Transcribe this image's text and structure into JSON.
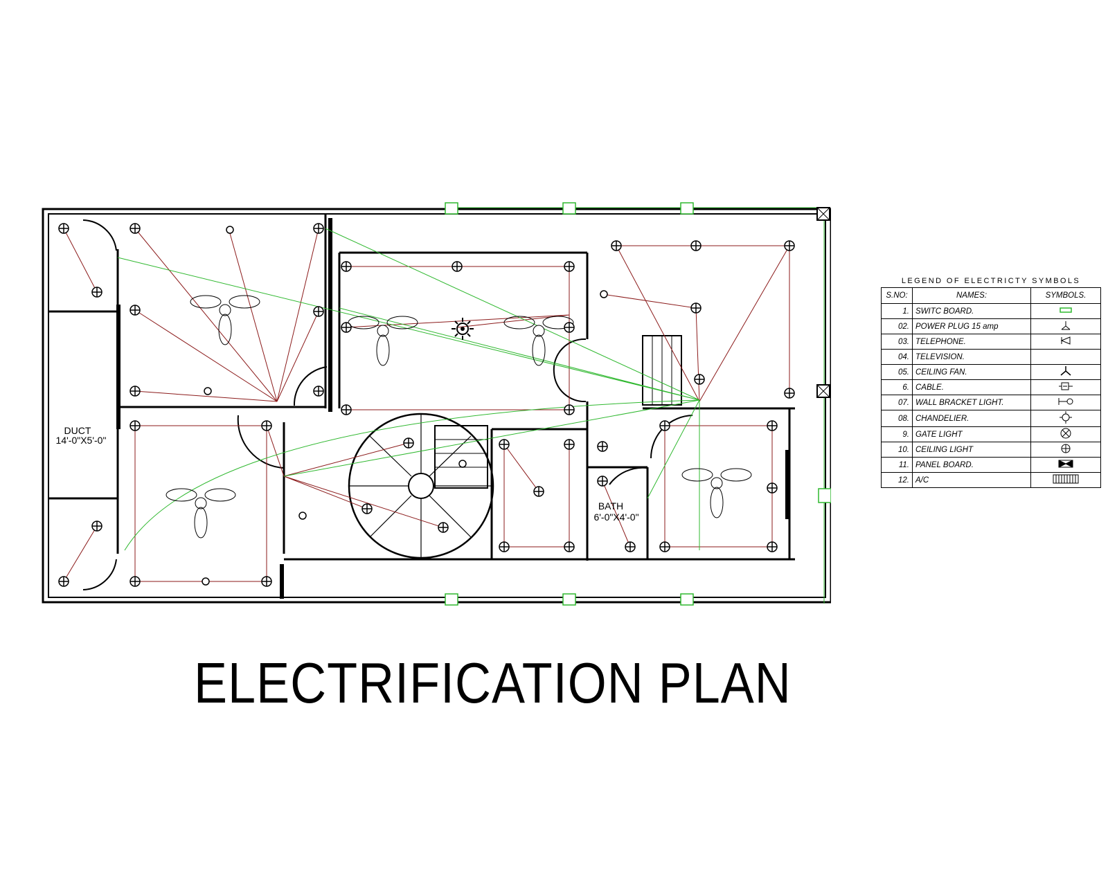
{
  "title": "ELECTRIFICATION PLAN",
  "rooms": [
    {
      "name": "DUCT",
      "size": "14'-0\"X5'-0\""
    },
    {
      "name": "BATH",
      "size": "6'-0\"X4'-0\""
    }
  ],
  "legend": {
    "heading": "LEGEND OF ELECTRICTY SYMBOLS",
    "columns": [
      "S.NO:",
      "NAMES:",
      "SYMBOLS."
    ],
    "items": [
      {
        "sno": "1.",
        "name": "SWITC BOARD.",
        "icon": "switch-board-icon"
      },
      {
        "sno": "02.",
        "name": "POWER PLUG 15 amp",
        "icon": "power-plug-icon"
      },
      {
        "sno": "03.",
        "name": "TELEPHONE.",
        "icon": "telephone-icon"
      },
      {
        "sno": "04.",
        "name": "TELEVISION.",
        "icon": ""
      },
      {
        "sno": "05.",
        "name": "CEILING FAN.",
        "icon": "ceiling-fan-icon"
      },
      {
        "sno": "6.",
        "name": "CABLE.",
        "icon": "cable-icon"
      },
      {
        "sno": "07.",
        "name": "WALL BRACKET LIGHT.",
        "icon": "wall-bracket-light-icon"
      },
      {
        "sno": "08.",
        "name": "CHANDELIER.",
        "icon": "chandelier-icon"
      },
      {
        "sno": "9.",
        "name": "GATE LIGHT",
        "icon": "gate-light-icon"
      },
      {
        "sno": "10.",
        "name": "CEILING LIGHT",
        "icon": "ceiling-light-icon"
      },
      {
        "sno": "11.",
        "name": "PANEL BOARD.",
        "icon": "panel-board-icon"
      },
      {
        "sno": "12.",
        "name": "A/C",
        "icon": "ac-icon"
      }
    ]
  },
  "colors": {
    "wall": "#000000",
    "wire_red": "#8b1a1a",
    "wire_green": "#2fb82f"
  }
}
